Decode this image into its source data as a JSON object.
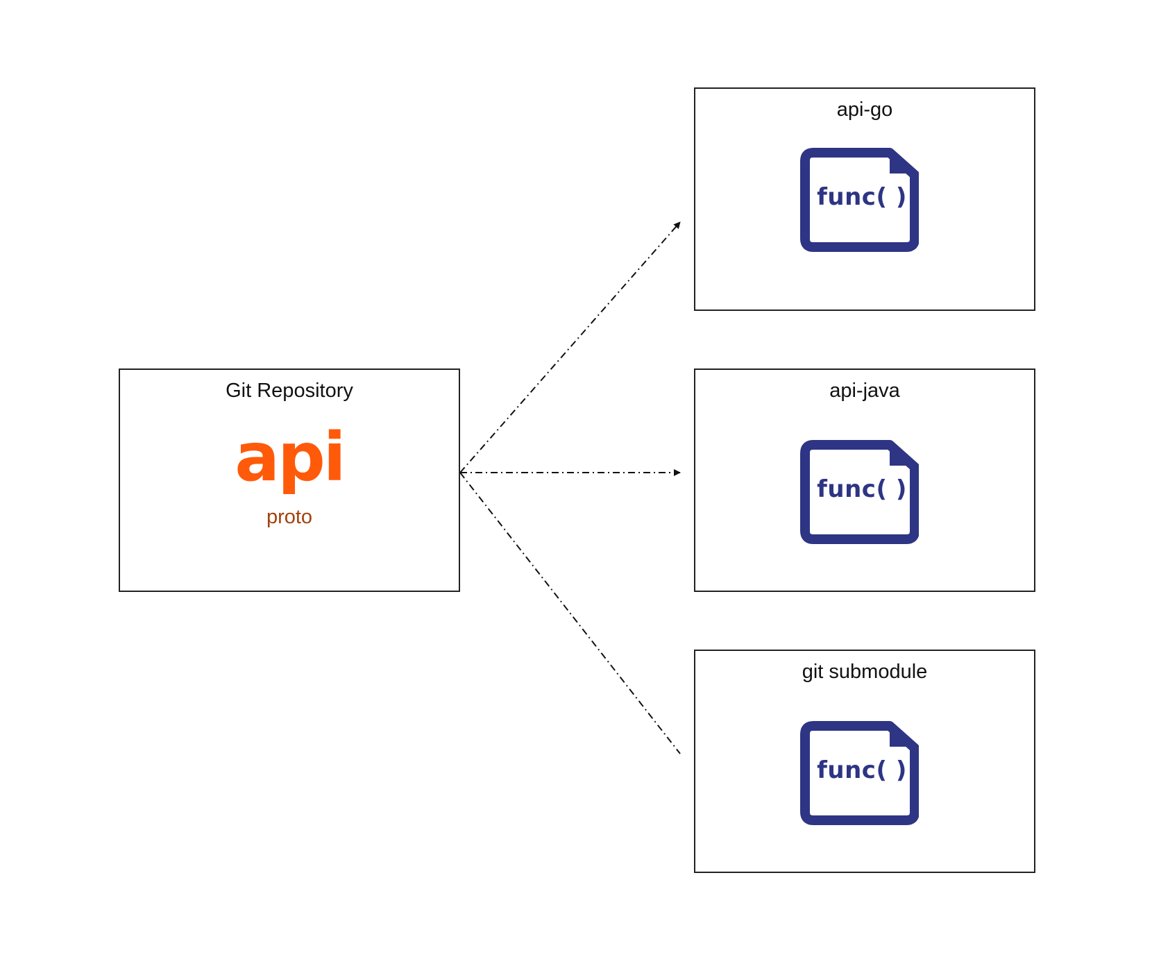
{
  "colors": {
    "api_logo": "#ff5a0a",
    "api_sub": "#a2420a",
    "icon": "#2e3584",
    "border": "#222222",
    "arrow": "#111111"
  },
  "source": {
    "title": "Git Repository",
    "logo_text": "api",
    "logo_sub": "proto"
  },
  "targets": [
    {
      "title": "api-go",
      "icon": "code-file-icon",
      "icon_text": "func( )"
    },
    {
      "title": "api-java",
      "icon": "code-file-icon",
      "icon_text": "func( )"
    },
    {
      "title": "git submodule",
      "icon": "code-file-icon",
      "icon_text": "func( )"
    }
  ],
  "edges": [
    {
      "from": "Git Repository",
      "to": "api-go",
      "style": "dash-dot",
      "arrowhead": true
    },
    {
      "from": "Git Repository",
      "to": "api-java",
      "style": "dash-dot",
      "arrowhead": true
    },
    {
      "from": "Git Repository",
      "to": "git submodule",
      "style": "dash-dot",
      "arrowhead": false
    }
  ]
}
